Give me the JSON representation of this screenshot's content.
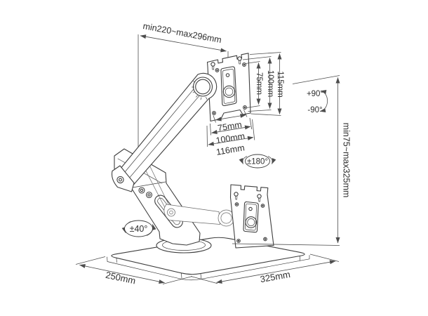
{
  "figure": {
    "type": "technical-line-drawing",
    "subject": "Gas-spring desktop monitor stand with VESA plate, dimension diagram"
  },
  "labels": {
    "arm_reach": "min220~max296mm",
    "vesa_vertical": [
      "75mm",
      "100mm",
      "115mm"
    ],
    "vesa_horizontal": [
      "75mm",
      "100mm",
      "116mm"
    ],
    "tilt_up": "+90°",
    "tilt_down": "-90°",
    "vesa_rotation": "±180°",
    "arm_swivel": "±40°",
    "height_range": "min75~max325mm",
    "base_depth": "250mm",
    "base_width": "325mm"
  },
  "colors": {
    "line": "#3f3f3f",
    "dimension_line": "#4d4d4d",
    "text": "#2e2e2e",
    "background": "#ffffff"
  }
}
